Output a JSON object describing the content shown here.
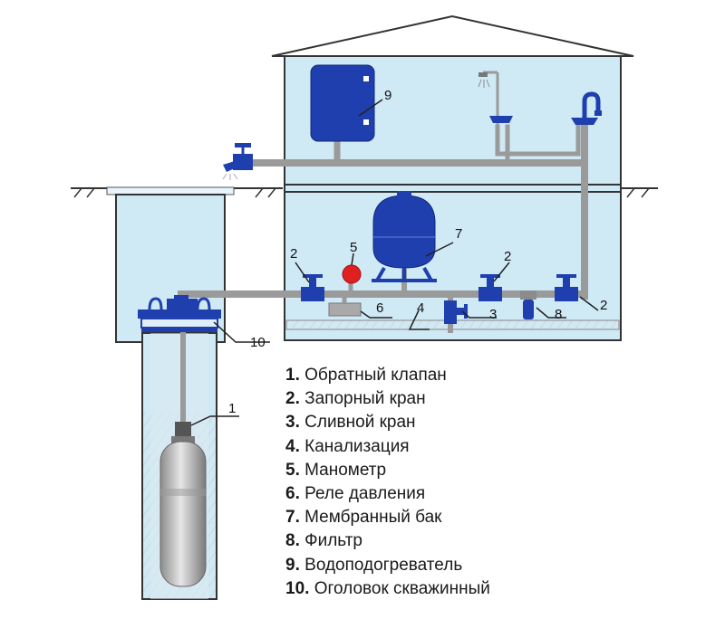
{
  "callouts": {
    "c1": "1",
    "c2a": "2",
    "c2b": "2",
    "c2c": "2",
    "c3": "3",
    "c4": "4",
    "c5": "5",
    "c6": "6",
    "c7": "7",
    "c8": "8",
    "c9": "9",
    "c10": "10"
  },
  "legend": [
    {
      "num": "1",
      "text": "Обратный клапан"
    },
    {
      "num": "2",
      "text": "Запорный кран"
    },
    {
      "num": "3",
      "text": "Сливной кран"
    },
    {
      "num": "4",
      "text": "Канализация"
    },
    {
      "num": "5",
      "text": "Манометр"
    },
    {
      "num": "6",
      "text": "Реле давления"
    },
    {
      "num": "7",
      "text": "Мембранный бак"
    },
    {
      "num": "8",
      "text": "Фильтр"
    },
    {
      "num": "9",
      "text": "Водоподогреватель"
    },
    {
      "num": "10",
      "text": "Оголовок скважинный"
    }
  ],
  "colors": {
    "water": "#cfe9f5",
    "equipment": "#1f3fae",
    "pipe": "#9a9a9a",
    "gauge": "#e02020"
  }
}
